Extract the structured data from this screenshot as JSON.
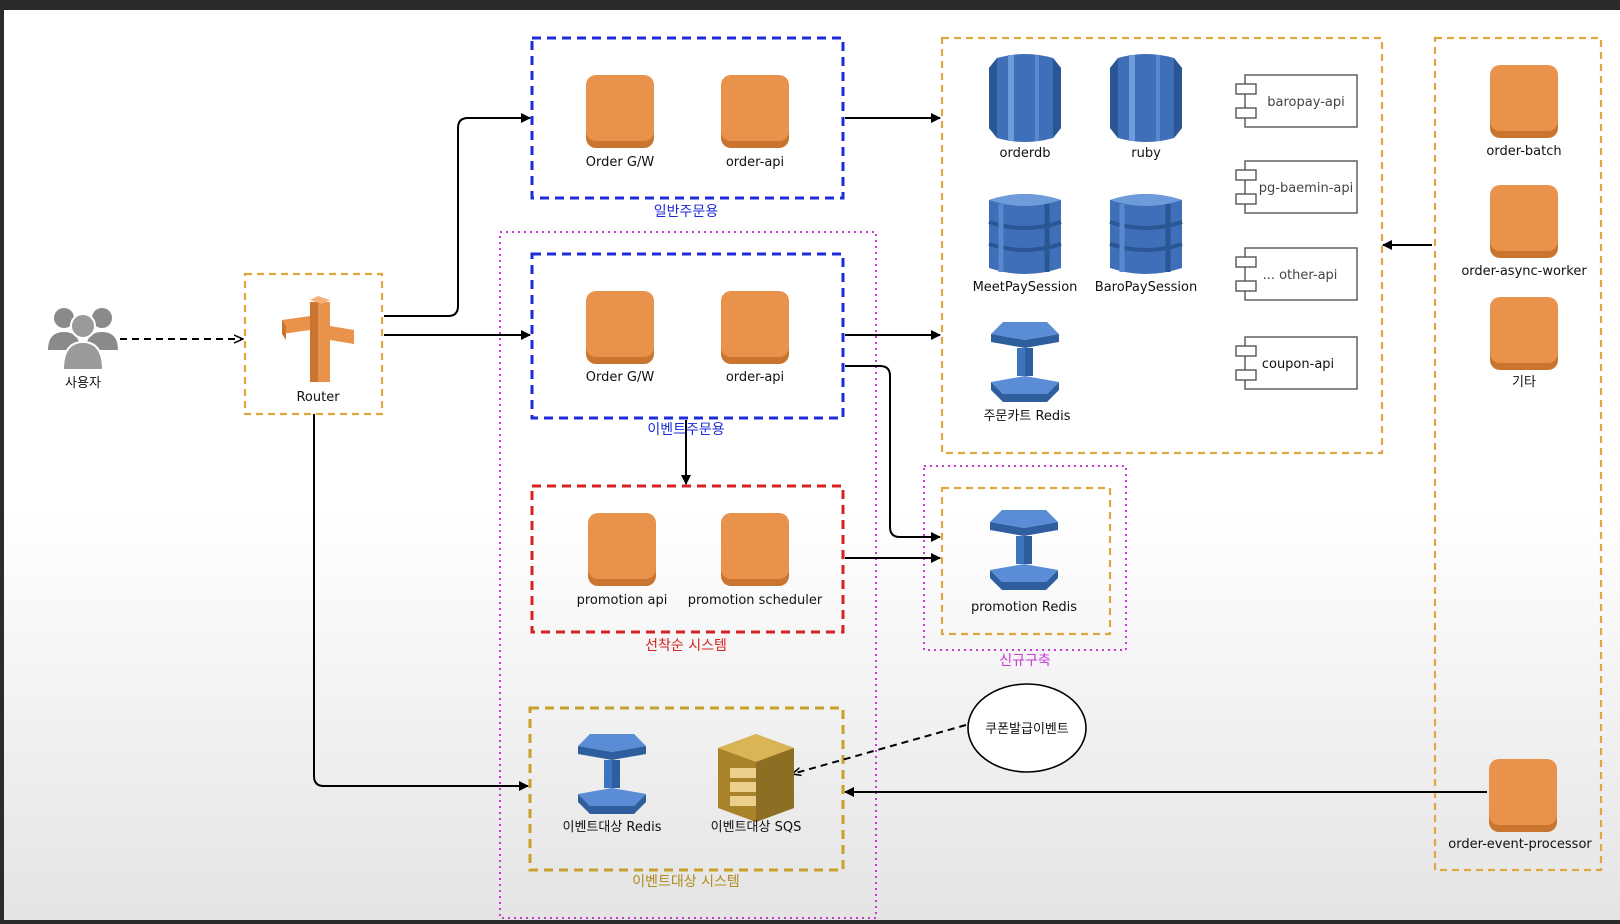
{
  "colors": {
    "orange": "#E8924C",
    "orange_dark": "#C9752F",
    "blue_box": "#1E2BD8",
    "red_box": "#D62222",
    "orange_box": "#E0A640",
    "gold_box": "#C8A02A",
    "magenta_box": "#C73AD9",
    "db_blue": "#4A7BC4",
    "sqs_gold": "#C7A23A"
  },
  "user": {
    "label": "사용자",
    "icon": "users-icon"
  },
  "router": {
    "label": "Router",
    "icon": "router-icon"
  },
  "normal_order": {
    "caption": "일반주문용",
    "gw": "Order G/W",
    "api": "order-api"
  },
  "event_order": {
    "caption": "이벤트주문용",
    "gw": "Order G/W",
    "api": "order-api"
  },
  "promotion": {
    "caption": "선착순 시스템",
    "api": "promotion api",
    "scheduler": "promotion scheduler"
  },
  "event_target": {
    "caption": "이벤트대상 시스템",
    "redis": "이벤트대상 Redis",
    "sqs": "이벤트대상 SQS"
  },
  "new_build": {
    "caption": "신규구축",
    "redis": "promotion Redis"
  },
  "coupon_event": "쿠폰발급이벤트",
  "backend": {
    "orderdb": "orderdb",
    "ruby": "ruby",
    "meetpay": "MeetPaySession",
    "baropay_session": "BaroPaySession",
    "cart_redis": "주문카트 Redis",
    "apis": [
      "baropay-api",
      "pg-baemin-api",
      "... other-api",
      "coupon-api"
    ]
  },
  "workers": {
    "batch": "order-batch",
    "async": "order-async-worker",
    "etc": "기타",
    "processor": "order-event-processor"
  }
}
